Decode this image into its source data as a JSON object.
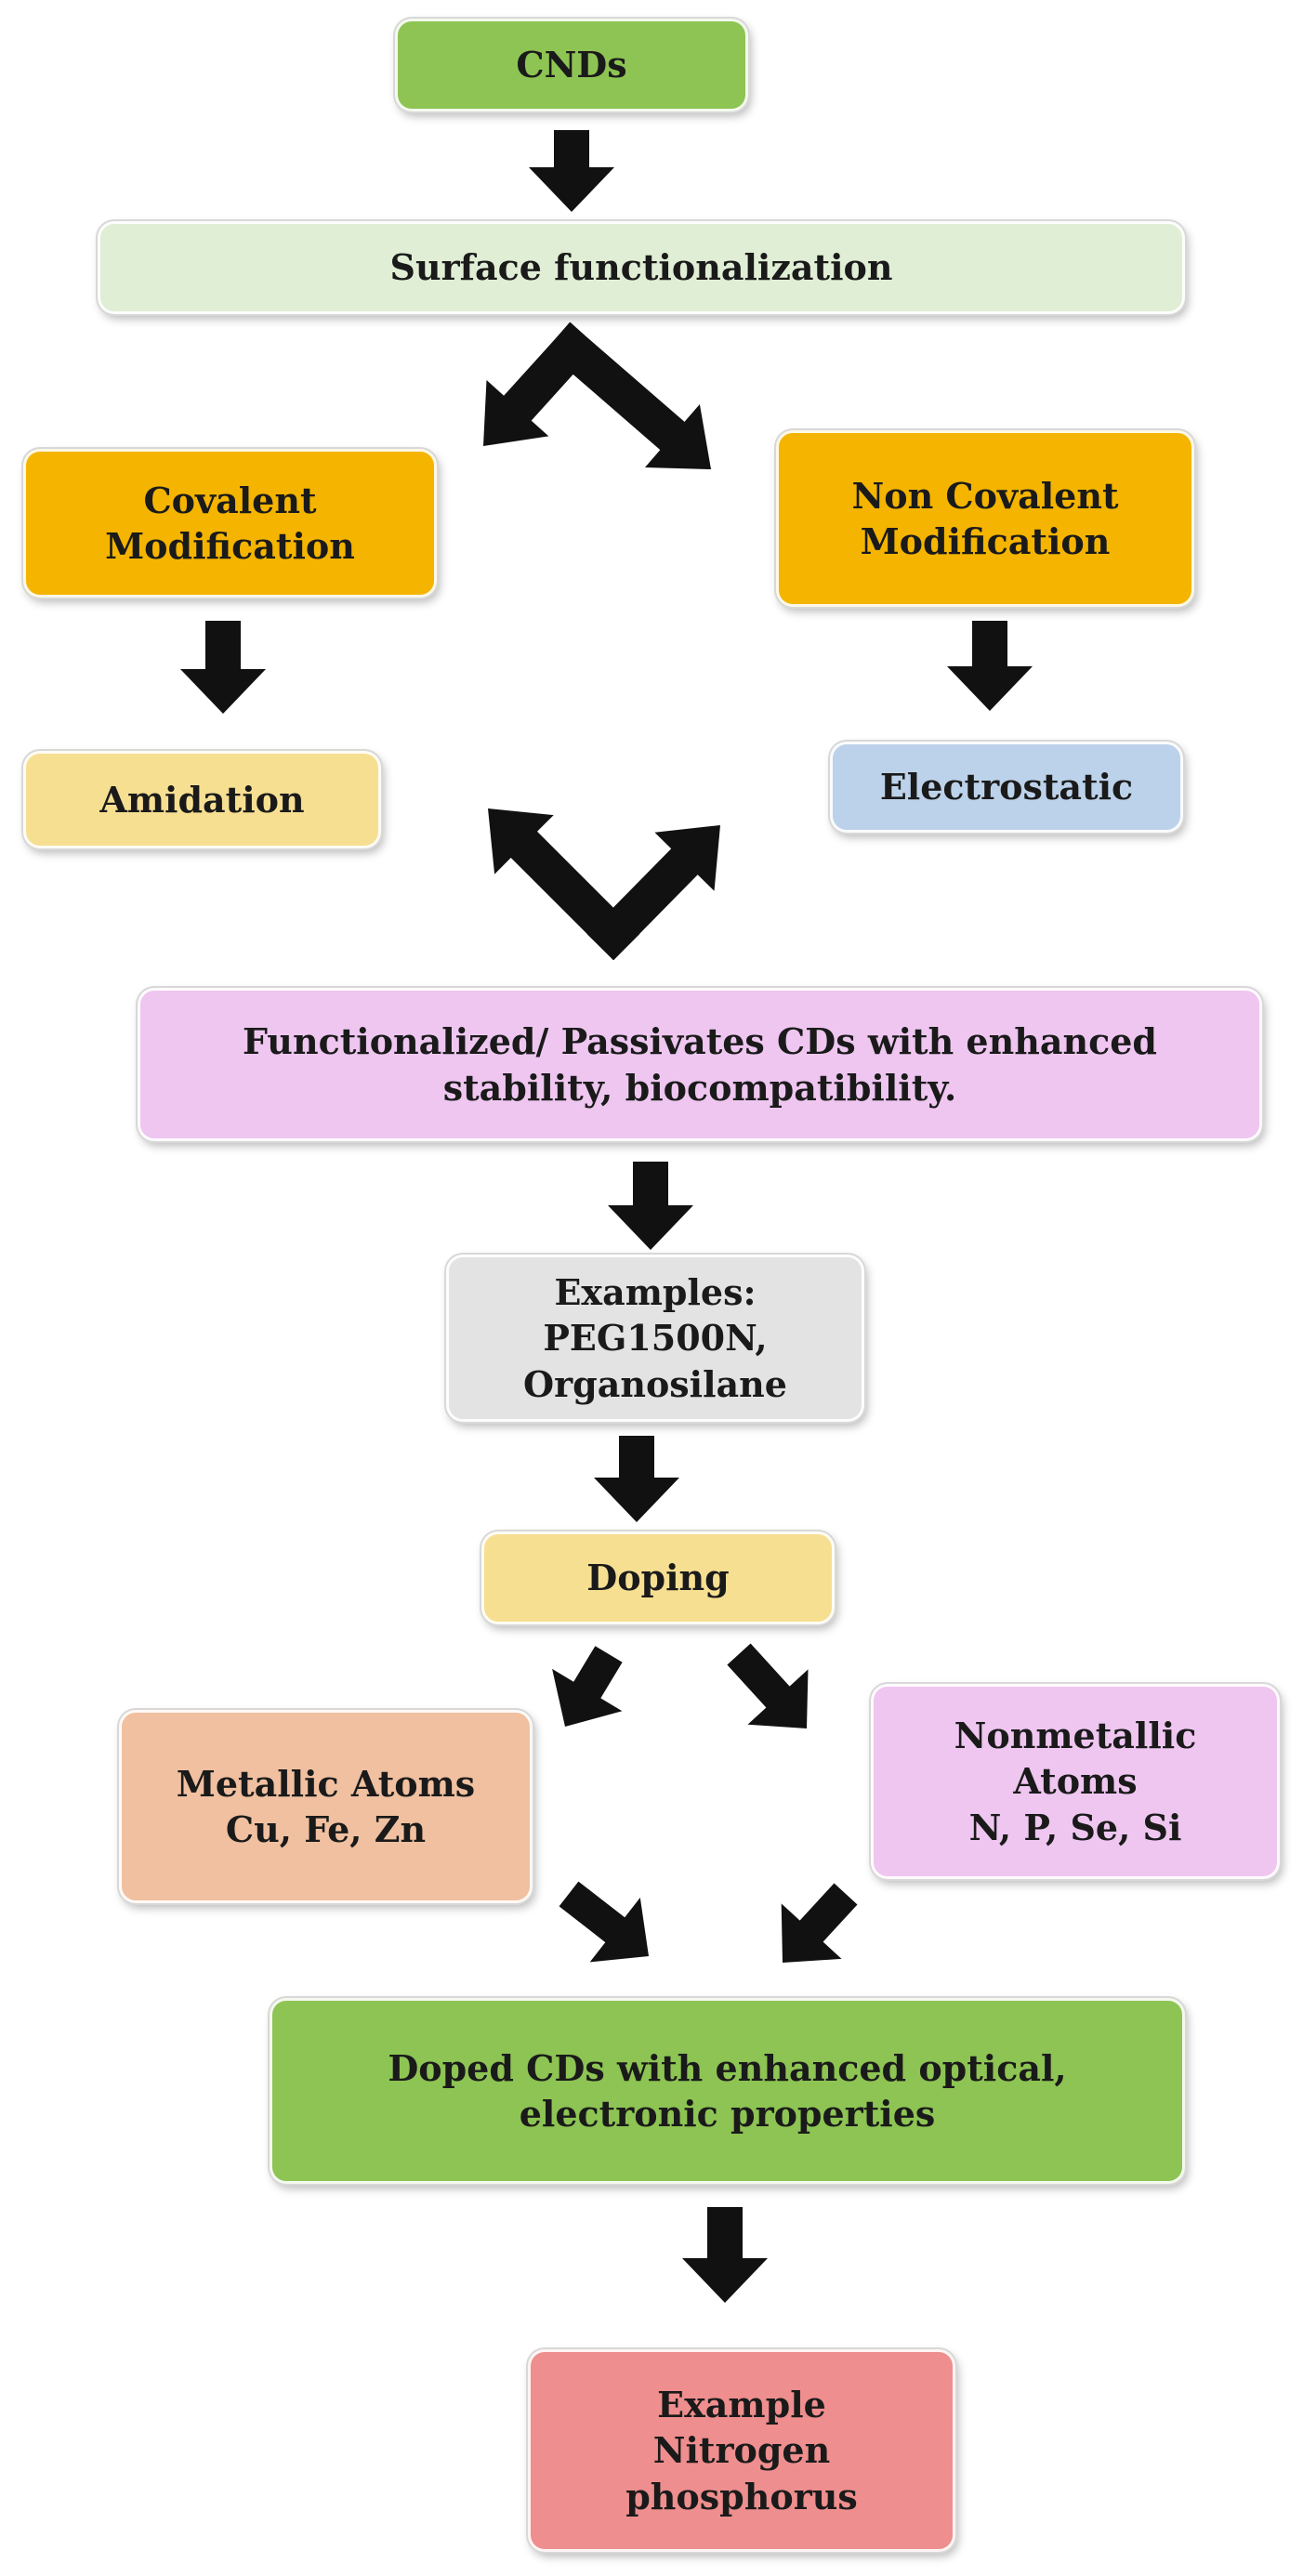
{
  "colors": {
    "green": "#8dc453",
    "light_green": "#e0eed5",
    "orange": "#f4b400",
    "light_yellow": "#f7df92",
    "light_blue": "#bcd2ea",
    "pink": "#eec6f0",
    "gray": "#e3e3e3",
    "salmon": "#f0c0a0",
    "red_pink": "#ee8e8e",
    "arrow": "#111111"
  },
  "nodes": {
    "cnds": "CNDs",
    "surface": "Surface functionalization",
    "covalent": "Covalent\nModification",
    "noncovalent": "Non Covalent\nModification",
    "amidation": "Amidation",
    "electrostatic": "Electrostatic",
    "functionalized": "Functionalized/ Passivates CDs with enhanced\nstability, biocompatibility.",
    "examples": "Examples:\nPEG1500N,\nOrganosilane",
    "doping": "Doping",
    "metallic": "Metallic Atoms\nCu, Fe, Zn",
    "nonmetallic": "Nonmetallic\nAtoms\nN, P, Se, Si",
    "doped": "Doped CDs with enhanced optical,\nelectronic properties",
    "example_final": "Example\nNitrogen\nphosphorus"
  }
}
